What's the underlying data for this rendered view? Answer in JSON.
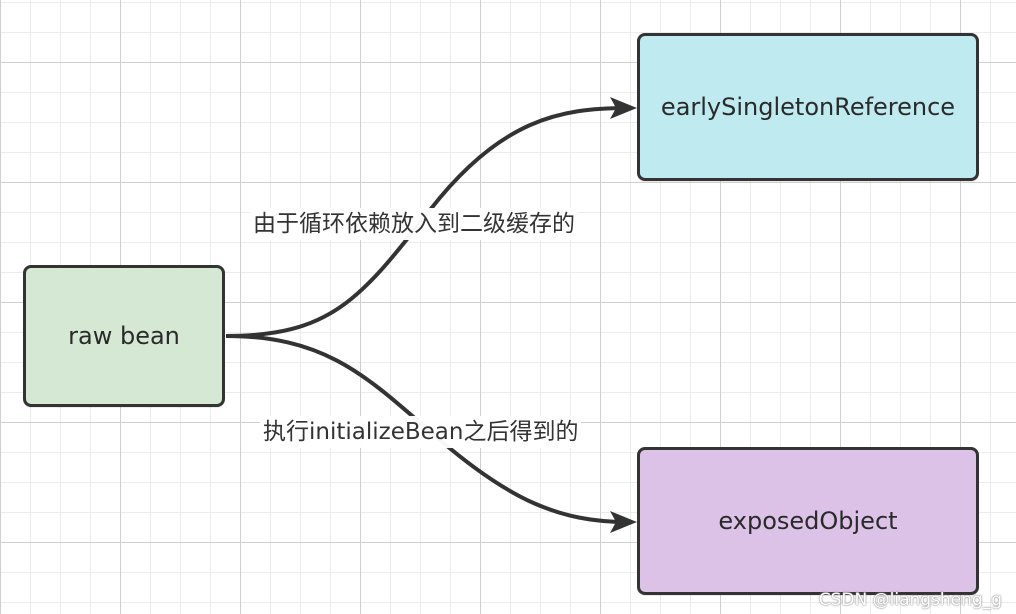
{
  "nodes": {
    "raw": {
      "label": "raw bean",
      "color": "#d5e8d4"
    },
    "early": {
      "label": "earlySingletonReference",
      "color": "#bfeaf0"
    },
    "exposed": {
      "label": "exposedObject",
      "color": "#dbc2e6"
    }
  },
  "edges": {
    "to_early": {
      "label": "由于循环依赖放入到二级缓存的"
    },
    "to_exposed": {
      "label": "执行initializeBean之后得到的"
    }
  },
  "watermark": "CSDN @liangsheng_g",
  "colors": {
    "stroke": "#333333",
    "text": "#333333"
  }
}
